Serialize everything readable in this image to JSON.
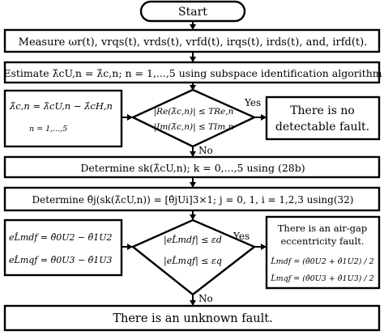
{
  "start_label": "Start",
  "measure_text": "Measure ωr(t), vrqs(t), vrds(t), vrfd(t), irqs(t), irds(t), and, irfd(t).",
  "estimate_text": "Estimate λ̂cU,n = λ̂c,n; n = 1,...,5 using subspace identification algorithm",
  "residual": {
    "lhs": "λ̃c,n = λ̂cU,n − λ̂cH,n",
    "range": "n = 1,...,5"
  },
  "check_cond": {
    "re": "|Re(λ̃c,n)| ≤ TRe,n",
    "im": "|Im(λ̃c,n)| ≤ TIm,n"
  },
  "yes_label_1": "Yes",
  "no_fault_text": [
    "There is no",
    "detectable fault."
  ],
  "no_label_1": "No",
  "determine_s_text": "Determine sk(λ̂cU,n); k = 0,...,5 using (28b)",
  "determine_theta_text": "Determine θ̂j(sk(λ̂cU,n)) = [θ̂jUi]3×1; j = 0, 1, i = 1,2,3 using(32)",
  "errors": {
    "md": "eL̂mdf = θ̂0U2 − θ̂1U2",
    "mq": "eL̂mqf = θ̂0U3 − θ̂1U3"
  },
  "eps_cond": {
    "d": "|eL̂mdf| ≤ εd",
    "q": "|eL̂mqf| ≤ εq"
  },
  "yes_label_2": "Yes",
  "airgap": {
    "line1": "There is an air-gap",
    "line2": "eccentricity fault.",
    "formula_d": "L̂mdf = (θ̂0U2 + θ̂1U2) / 2",
    "formula_q": "L̂mqf = (θ̂0U3 + θ̂1U3) / 2"
  },
  "no_label_2": "No",
  "unknown_text": "There is an unknown fault."
}
